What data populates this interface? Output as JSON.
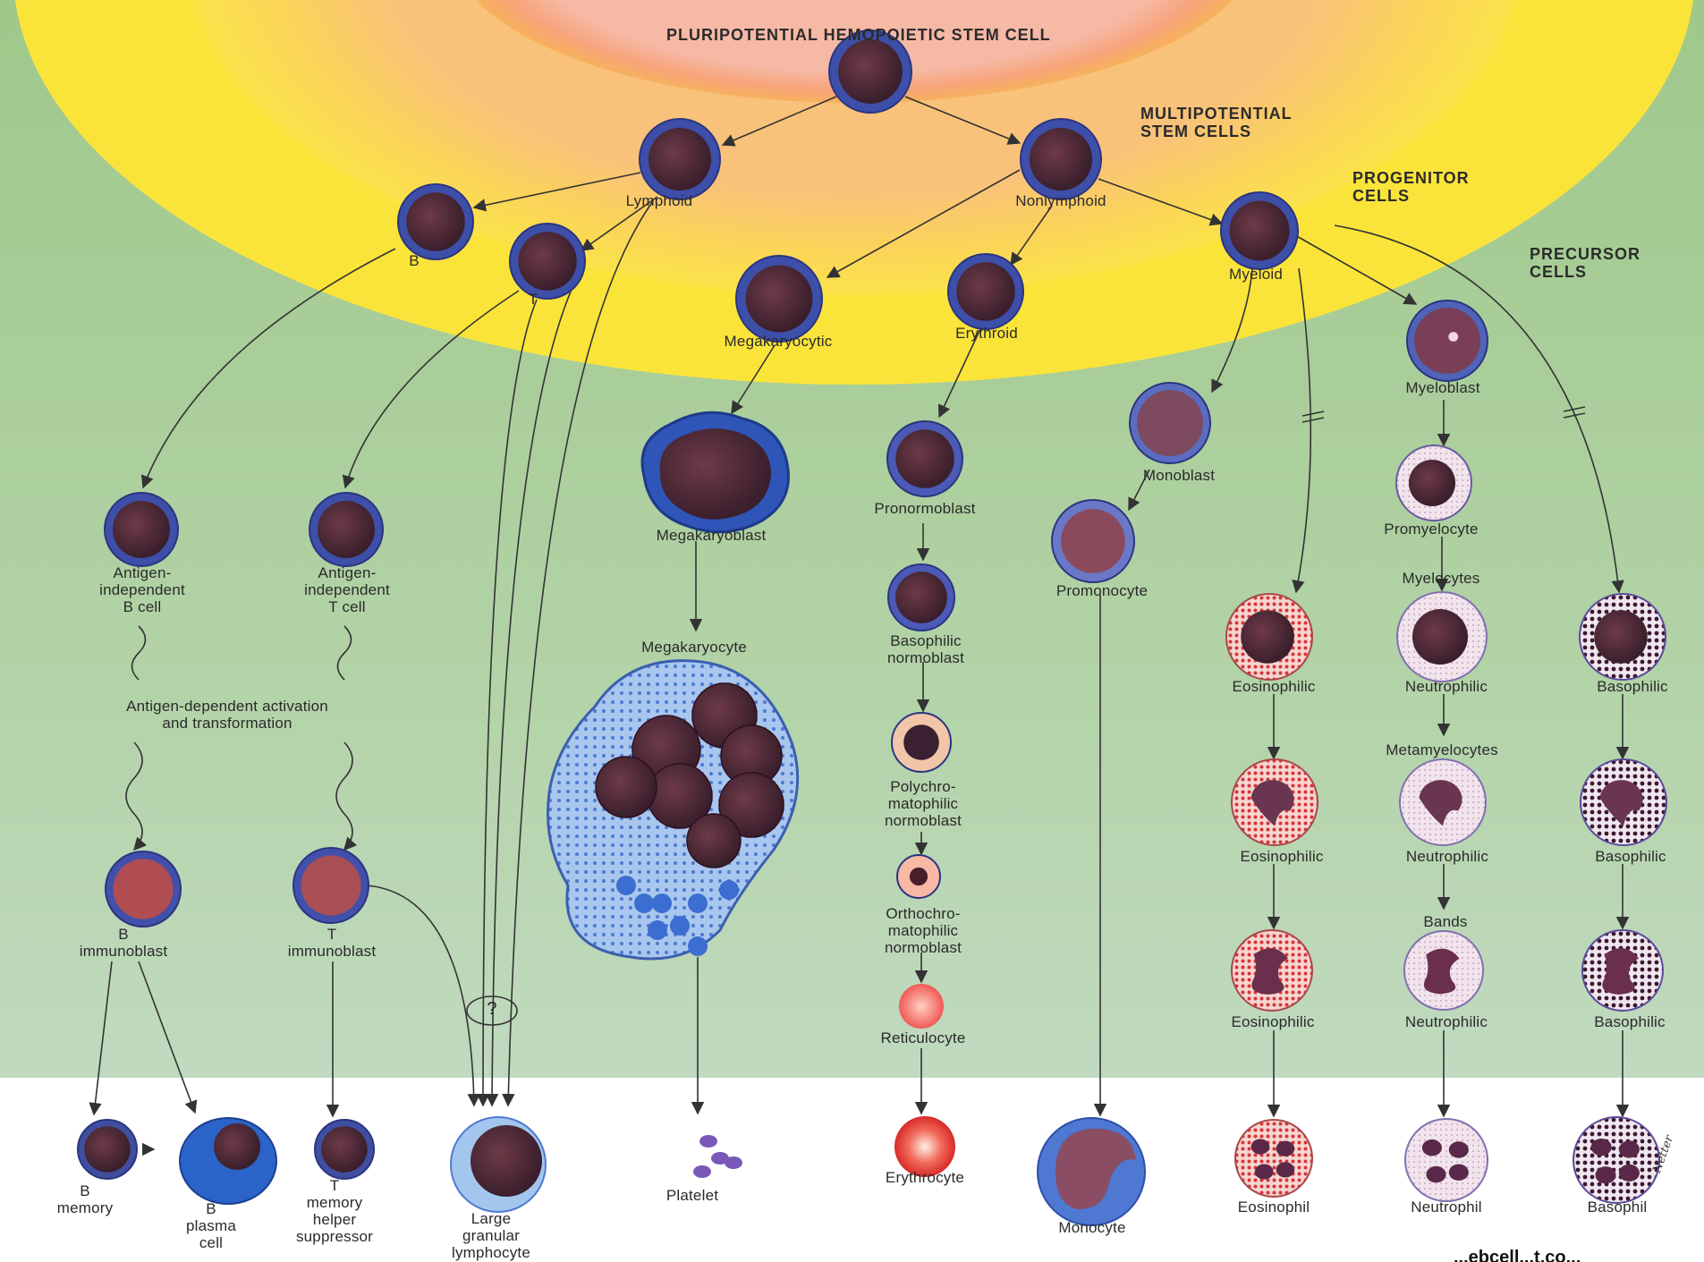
{
  "headings": {
    "stem": "PLURIPOTENTIAL HEMOPOIETIC STEM CELL",
    "multi": "MULTIPOTENTIAL\nSTEM CELLS",
    "progenitor": "PROGENITOR\nCELLS",
    "precursor": "PRECURSOR\nCELLS"
  },
  "labels": {
    "lymphoid": "Lymphoid",
    "nonlymphoid": "Nonlymphoid",
    "b": "B",
    "t": "T",
    "myeloid": "Myeloid",
    "megakaryocytic": "Megakaryocytic",
    "erythroid": "Erythroid",
    "myeloblast": "Myeloblast",
    "monoblast": "Monoblast",
    "megakaryoblast": "Megakaryoblast",
    "pronormoblast": "Pronormoblast",
    "promonocyte": "Promonocyte",
    "promyelocyte": "Promyelocyte",
    "myelocytes": "Myelocytes",
    "ag_ind_b": "Antigen-\nindependent\nB cell",
    "ag_ind_t": "Antigen-\nindependent\nT cell",
    "megakaryocyte": "Megakaryocyte",
    "basophilic_normoblast": "Basophilic\nnormoblast",
    "eosinophilic_1": "Eosinophilic",
    "neutrophilic_1": "Neutrophilic",
    "basophilic_1": "Basophilic",
    "ag_dep": "Antigen-dependent activation\nand transformation",
    "metamyelocytes": "Metamyelocytes",
    "polychromatophilic": "Polychro-\nmatophilic\nnormoblast",
    "eosinophilic_2": "Eosinophilic",
    "neutrophilic_2": "Neutrophilic",
    "basophilic_2": "Basophilic",
    "orthochromatophilic": "Orthochro-\nmatophilic\nnormoblast",
    "bands": "Bands",
    "b_immunoblast": "B\nimmunoblast",
    "t_immunoblast": "T\nimmunoblast",
    "reticulocyte": "Reticulocyte",
    "eosinophilic_3": "Eosinophilic",
    "neutrophilic_3": "Neutrophilic",
    "basophilic_3": "Basophilic",
    "question": "?",
    "b_memory": "B\nmemory",
    "b_plasma": "B\nplasma\ncell",
    "t_memory": "T\nmemory\nhelper\nsuppressor",
    "lgl": "Large\ngranular\nlymphocyte",
    "platelet": "Platelet",
    "erythrocyte": "Erythrocyte",
    "monocyte": "Monocyte",
    "eosinophil": "Eosinophil",
    "neutrophil": "Neutrophil",
    "basophil": "Basophil"
  },
  "watermark": "Netter",
  "footer_url": "...ebcell...t.co..."
}
